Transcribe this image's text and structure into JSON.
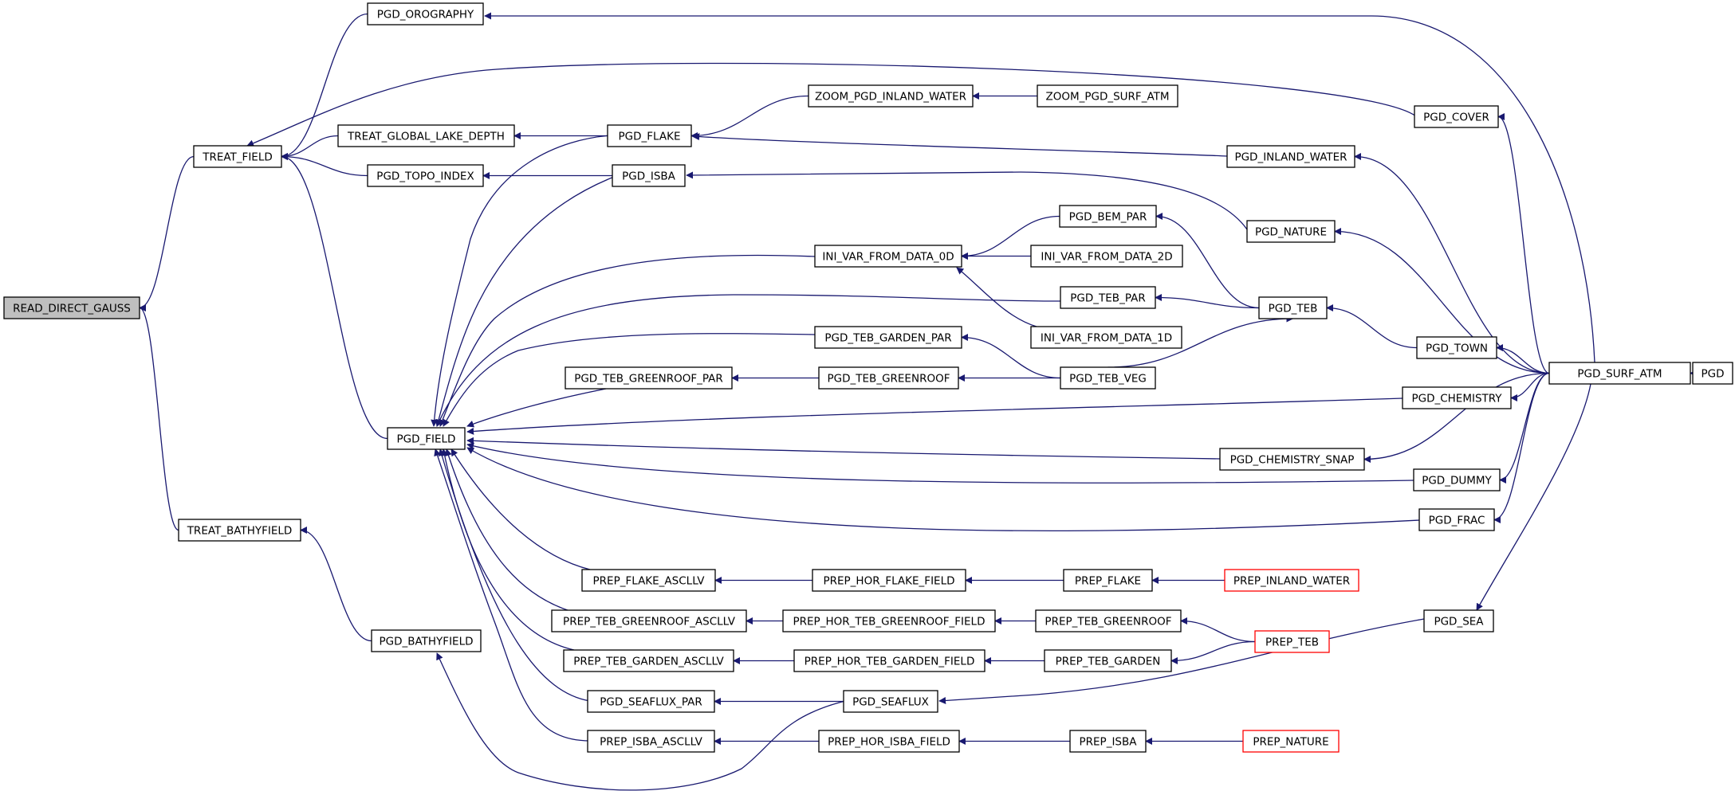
{
  "colors": {
    "edge": "#191970",
    "node_border": "#000000",
    "root_fill": "#bfbfbf",
    "truncated_border": "#ff0000",
    "background": "#ffffff"
  },
  "nodes": [
    {
      "id": "read_direct_gauss",
      "label": "READ_DIRECT_GAUSS",
      "style": "root"
    },
    {
      "id": "treat_field",
      "label": "TREAT_FIELD"
    },
    {
      "id": "treat_bathyfield",
      "label": "TREAT_BATHYFIELD"
    },
    {
      "id": "pgd_orography",
      "label": "PGD_OROGRAPHY"
    },
    {
      "id": "treat_global_lake_depth",
      "label": "TREAT_GLOBAL_LAKE_DEPTH"
    },
    {
      "id": "pgd_topo_index",
      "label": "PGD_TOPO_INDEX"
    },
    {
      "id": "pgd_field",
      "label": "PGD_FIELD"
    },
    {
      "id": "pgd_bathyfield",
      "label": "PGD_BATHYFIELD"
    },
    {
      "id": "pgd_flake",
      "label": "PGD_FLAKE"
    },
    {
      "id": "pgd_isba",
      "label": "PGD_ISBA"
    },
    {
      "id": "zoom_pgd_inland_water",
      "label": "ZOOM_PGD_INLAND_WATER"
    },
    {
      "id": "zoom_pgd_surf_atm",
      "label": "ZOOM_PGD_SURF_ATM"
    },
    {
      "id": "ini_var_from_data_0d",
      "label": "INI_VAR_FROM_DATA_0D"
    },
    {
      "id": "pgd_bem_par",
      "label": "PGD_BEM_PAR"
    },
    {
      "id": "ini_var_from_data_2d",
      "label": "INI_VAR_FROM_DATA_2D"
    },
    {
      "id": "pgd_teb_par",
      "label": "PGD_TEB_PAR"
    },
    {
      "id": "ini_var_from_data_1d",
      "label": "INI_VAR_FROM_DATA_1D"
    },
    {
      "id": "pgd_teb_garden_par",
      "label": "PGD_TEB_GARDEN_PAR"
    },
    {
      "id": "pgd_teb_greenroof_par",
      "label": "PGD_TEB_GREENROOF_PAR"
    },
    {
      "id": "pgd_teb_greenroof",
      "label": "PGD_TEB_GREENROOF"
    },
    {
      "id": "pgd_teb_veg",
      "label": "PGD_TEB_VEG"
    },
    {
      "id": "pgd_cover",
      "label": "PGD_COVER"
    },
    {
      "id": "pgd_inland_water",
      "label": "PGD_INLAND_WATER"
    },
    {
      "id": "pgd_nature",
      "label": "PGD_NATURE"
    },
    {
      "id": "pgd_teb",
      "label": "PGD_TEB"
    },
    {
      "id": "pgd_town",
      "label": "PGD_TOWN"
    },
    {
      "id": "pgd_surf_atm",
      "label": "PGD_SURF_ATM"
    },
    {
      "id": "pgd",
      "label": "PGD"
    },
    {
      "id": "pgd_chemistry",
      "label": "PGD_CHEMISTRY"
    },
    {
      "id": "pgd_chemistry_snap",
      "label": "PGD_CHEMISTRY_SNAP"
    },
    {
      "id": "pgd_dummy",
      "label": "PGD_DUMMY"
    },
    {
      "id": "pgd_frac",
      "label": "PGD_FRAC"
    },
    {
      "id": "prep_flake_ascllv",
      "label": "PREP_FLAKE_ASCLLV"
    },
    {
      "id": "prep_hor_flake_field",
      "label": "PREP_HOR_FLAKE_FIELD"
    },
    {
      "id": "prep_flake",
      "label": "PREP_FLAKE"
    },
    {
      "id": "prep_inland_water",
      "label": "PREP_INLAND_WATER",
      "style": "truncated"
    },
    {
      "id": "prep_teb_greenroof_ascllv",
      "label": "PREP_TEB_GREENROOF_ASCLLV"
    },
    {
      "id": "prep_hor_teb_greenroof_field",
      "label": "PREP_HOR_TEB_GREENROOF_FIELD"
    },
    {
      "id": "prep_teb_greenroof",
      "label": "PREP_TEB_GREENROOF"
    },
    {
      "id": "prep_teb",
      "label": "PREP_TEB",
      "style": "truncated"
    },
    {
      "id": "pgd_sea",
      "label": "PGD_SEA"
    },
    {
      "id": "prep_teb_garden_ascllv",
      "label": "PREP_TEB_GARDEN_ASCLLV"
    },
    {
      "id": "prep_hor_teb_garden_field",
      "label": "PREP_HOR_TEB_GARDEN_FIELD"
    },
    {
      "id": "prep_teb_garden",
      "label": "PREP_TEB_GARDEN"
    },
    {
      "id": "pgd_seaflux_par",
      "label": "PGD_SEAFLUX_PAR"
    },
    {
      "id": "pgd_seaflux",
      "label": "PGD_SEAFLUX"
    },
    {
      "id": "prep_isba_ascllv",
      "label": "PREP_ISBA_ASCLLV"
    },
    {
      "id": "prep_hor_isba_field",
      "label": "PREP_HOR_ISBA_FIELD"
    },
    {
      "id": "prep_isba",
      "label": "PREP_ISBA"
    },
    {
      "id": "prep_nature",
      "label": "PREP_NATURE",
      "style": "truncated"
    }
  ],
  "edges": [
    [
      "treat_field",
      "read_direct_gauss"
    ],
    [
      "treat_bathyfield",
      "read_direct_gauss"
    ],
    [
      "pgd_orography",
      "treat_field"
    ],
    [
      "pgd_cover",
      "treat_field"
    ],
    [
      "treat_global_lake_depth",
      "treat_field"
    ],
    [
      "pgd_topo_index",
      "treat_field"
    ],
    [
      "pgd_field",
      "treat_field"
    ],
    [
      "pgd_bathyfield",
      "treat_bathyfield"
    ],
    [
      "pgd_seaflux",
      "pgd_bathyfield"
    ],
    [
      "pgd_surf_atm",
      "pgd_orography"
    ],
    [
      "pgd_flake",
      "treat_global_lake_depth"
    ],
    [
      "pgd_isba",
      "pgd_topo_index"
    ],
    [
      "zoom_pgd_inland_water",
      "pgd_flake"
    ],
    [
      "pgd_inland_water",
      "pgd_flake"
    ],
    [
      "zoom_pgd_surf_atm",
      "zoom_pgd_inland_water"
    ],
    [
      "pgd_nature",
      "pgd_isba"
    ],
    [
      "pgd_bem_par",
      "ini_var_from_data_0d"
    ],
    [
      "ini_var_from_data_2d",
      "ini_var_from_data_0d"
    ],
    [
      "ini_var_from_data_1d",
      "ini_var_from_data_0d"
    ],
    [
      "pgd_teb",
      "pgd_bem_par"
    ],
    [
      "pgd_teb",
      "pgd_teb_par"
    ],
    [
      "pgd_teb_veg",
      "pgd_teb_garden_par"
    ],
    [
      "pgd_teb_greenroof",
      "pgd_teb_greenroof_par"
    ],
    [
      "pgd_teb_veg",
      "pgd_teb_greenroof"
    ],
    [
      "pgd_teb_veg",
      "pgd_teb"
    ],
    [
      "pgd_town",
      "pgd_teb"
    ],
    [
      "pgd_surf_atm",
      "pgd_town"
    ],
    [
      "pgd_surf_atm",
      "pgd_cover"
    ],
    [
      "pgd_surf_atm",
      "pgd_inland_water"
    ],
    [
      "pgd_surf_atm",
      "pgd_nature"
    ],
    [
      "pgd_surf_atm",
      "pgd_chemistry"
    ],
    [
      "pgd_surf_atm",
      "pgd_chemistry_snap"
    ],
    [
      "pgd_surf_atm",
      "pgd_dummy"
    ],
    [
      "pgd_surf_atm",
      "pgd_frac"
    ],
    [
      "pgd_surf_atm",
      "pgd_sea"
    ],
    [
      "pgd",
      "pgd_surf_atm"
    ],
    [
      "pgd_flake",
      "pgd_field"
    ],
    [
      "pgd_isba",
      "pgd_field"
    ],
    [
      "ini_var_from_data_0d",
      "pgd_field"
    ],
    [
      "pgd_teb_par",
      "pgd_field"
    ],
    [
      "pgd_teb_garden_par",
      "pgd_field"
    ],
    [
      "pgd_teb_greenroof_par",
      "pgd_field"
    ],
    [
      "pgd_chemistry",
      "pgd_field"
    ],
    [
      "pgd_chemistry_snap",
      "pgd_field"
    ],
    [
      "pgd_dummy",
      "pgd_field"
    ],
    [
      "pgd_frac",
      "pgd_field"
    ],
    [
      "prep_flake_ascllv",
      "pgd_field"
    ],
    [
      "prep_teb_greenroof_ascllv",
      "pgd_field"
    ],
    [
      "prep_teb_garden_ascllv",
      "pgd_field"
    ],
    [
      "pgd_seaflux_par",
      "pgd_field"
    ],
    [
      "prep_isba_ascllv",
      "pgd_field"
    ],
    [
      "prep_hor_flake_field",
      "prep_flake_ascllv"
    ],
    [
      "prep_flake",
      "prep_hor_flake_field"
    ],
    [
      "prep_inland_water",
      "prep_flake"
    ],
    [
      "prep_hor_teb_greenroof_field",
      "prep_teb_greenroof_ascllv"
    ],
    [
      "prep_teb_greenroof",
      "prep_hor_teb_greenroof_field"
    ],
    [
      "prep_teb",
      "prep_teb_greenroof"
    ],
    [
      "prep_hor_teb_garden_field",
      "prep_teb_garden_ascllv"
    ],
    [
      "prep_teb_garden",
      "prep_hor_teb_garden_field"
    ],
    [
      "prep_teb",
      "prep_teb_garden"
    ],
    [
      "pgd_seaflux",
      "pgd_seaflux_par"
    ],
    [
      "pgd_sea",
      "pgd_seaflux"
    ],
    [
      "prep_hor_isba_field",
      "prep_isba_ascllv"
    ],
    [
      "prep_isba",
      "prep_hor_isba_field"
    ],
    [
      "prep_nature",
      "prep_isba"
    ]
  ]
}
